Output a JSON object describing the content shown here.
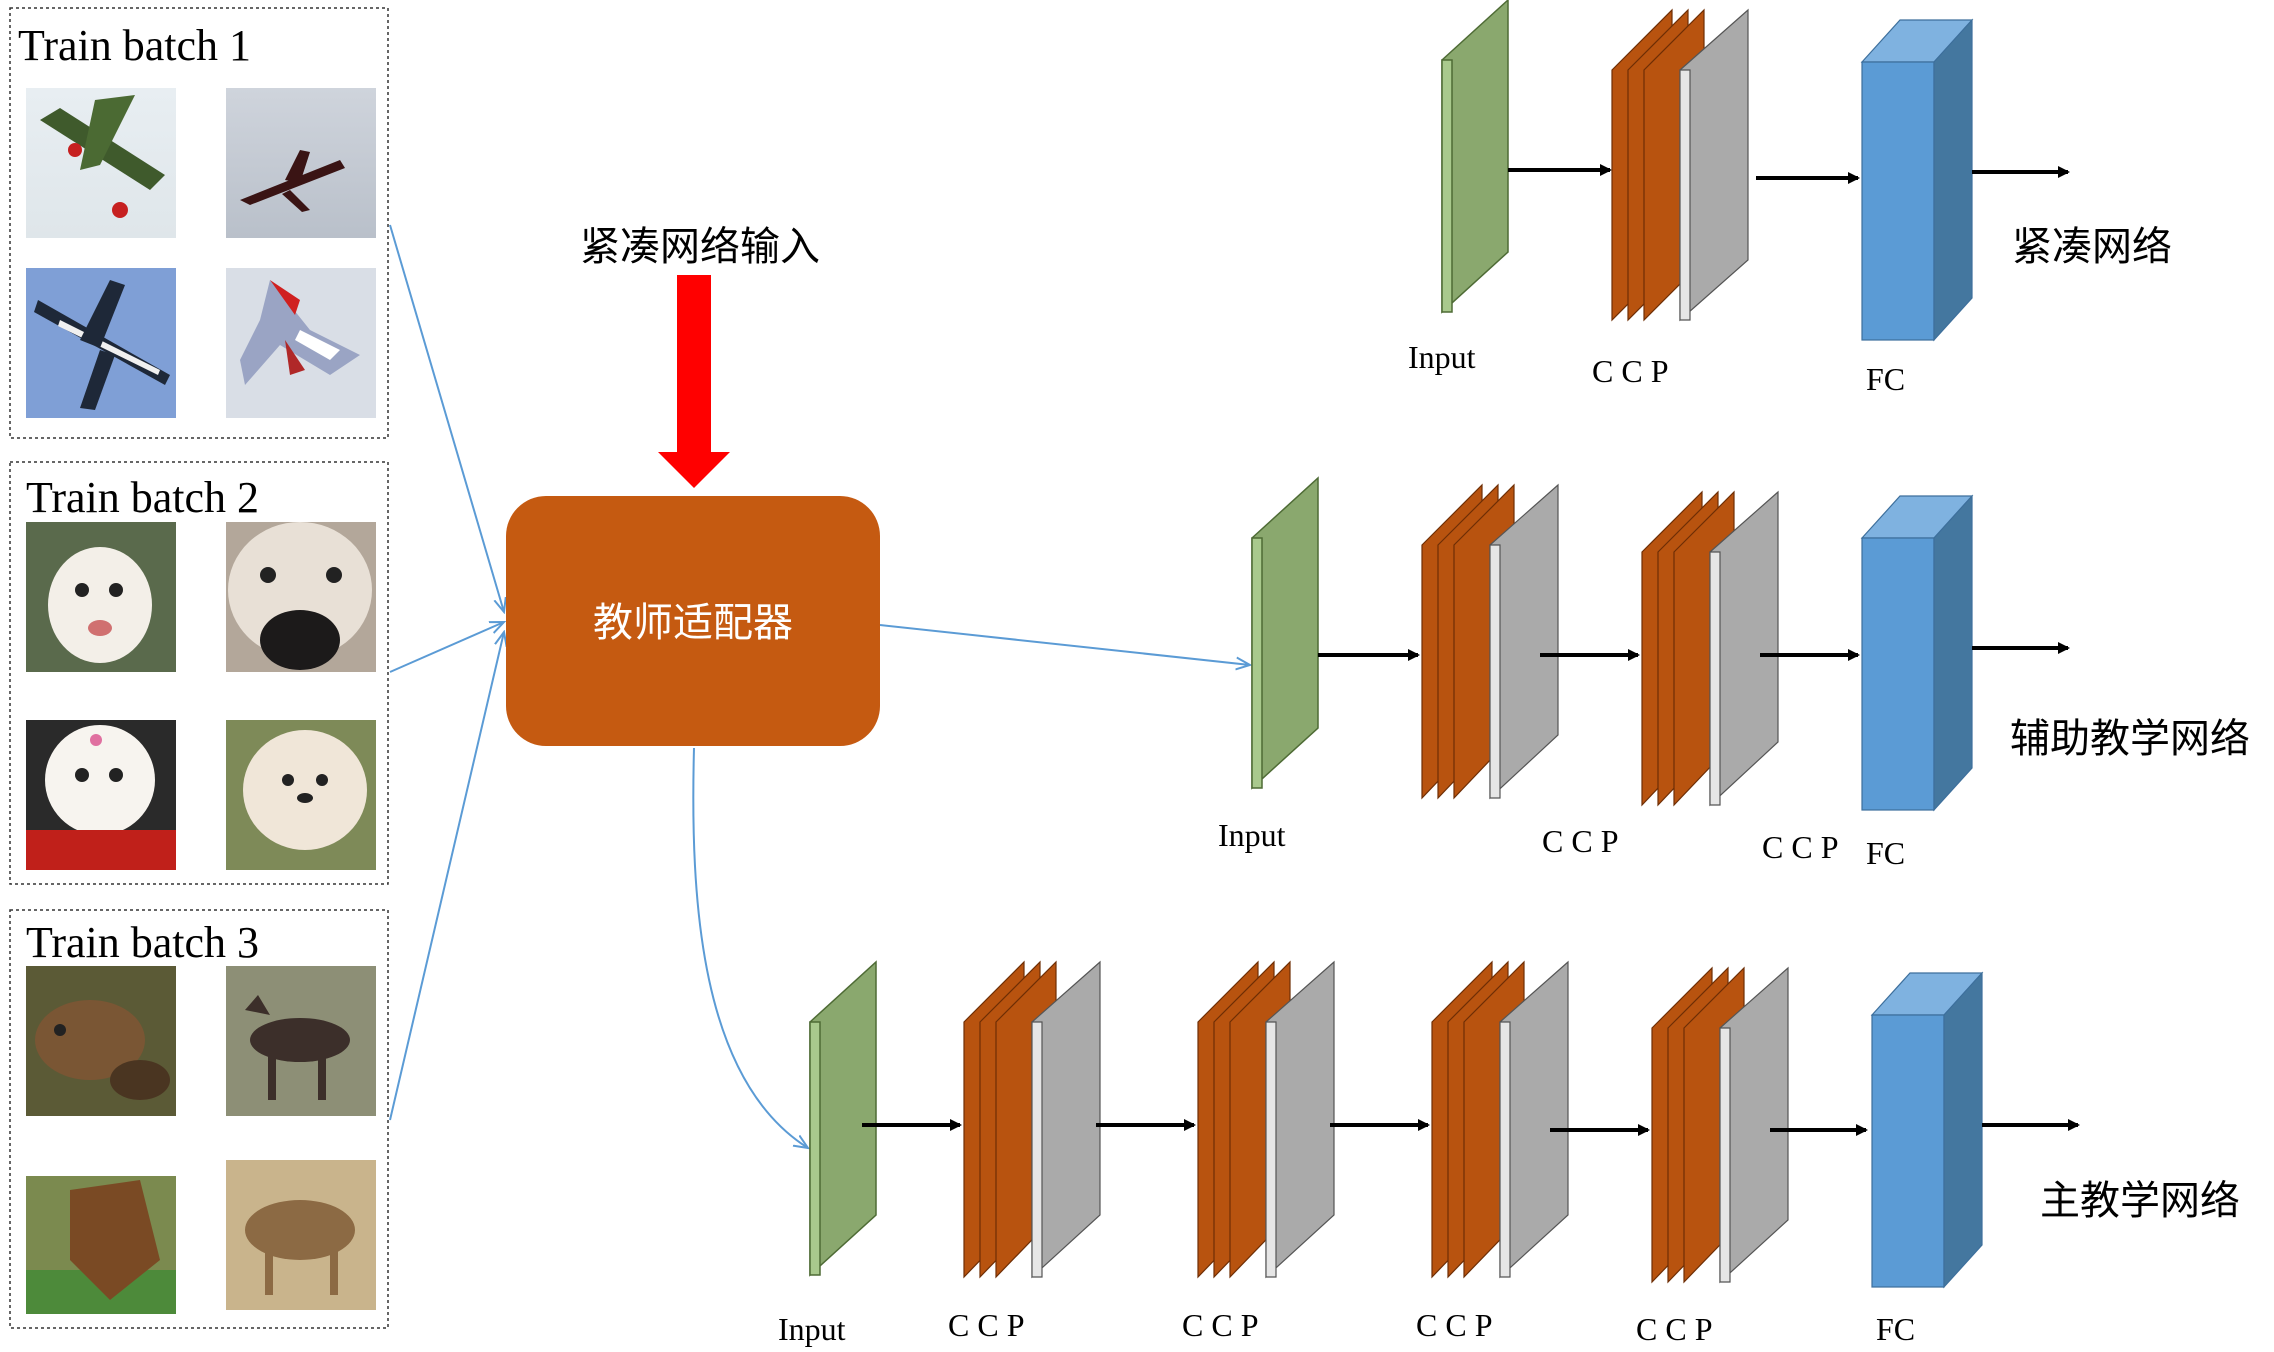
{
  "batches": [
    {
      "title": "Train batch 1",
      "subject": "airplanes"
    },
    {
      "title": "Train batch 2",
      "subject": "dogs"
    },
    {
      "title": "Train batch 3",
      "subject": "deer"
    }
  ],
  "compact_input_label": "紧凑网络输入",
  "adapter_label": "教师适配器",
  "networks": {
    "compact": {
      "name": "紧凑网络",
      "input": "Input",
      "blocks": [
        "C  C P"
      ],
      "fc": "FC"
    },
    "assistant": {
      "name": "辅助教学网络",
      "input": "Input",
      "blocks": [
        "C  C P",
        "C  C P"
      ],
      "fc": "FC"
    },
    "main": {
      "name": "主教学网络",
      "input": "Input",
      "blocks": [
        "C  C P",
        "C  C P",
        "C  C P",
        "C  C P"
      ],
      "fc": "FC"
    }
  },
  "colors": {
    "input_layer": "#8aa86e",
    "conv_layer": "#b8530f",
    "pool_layer": "#aaaaaa",
    "fc_front": "#5b9bd5",
    "fc_side": "#44779f",
    "adapter": "#c55a11",
    "red_arrow": "#ff0000",
    "flow_line": "#5b9bd5"
  },
  "icons": {
    "airplane": "airplane-thumbnail",
    "dog": "dog-thumbnail",
    "deer": "deer-thumbnail"
  }
}
